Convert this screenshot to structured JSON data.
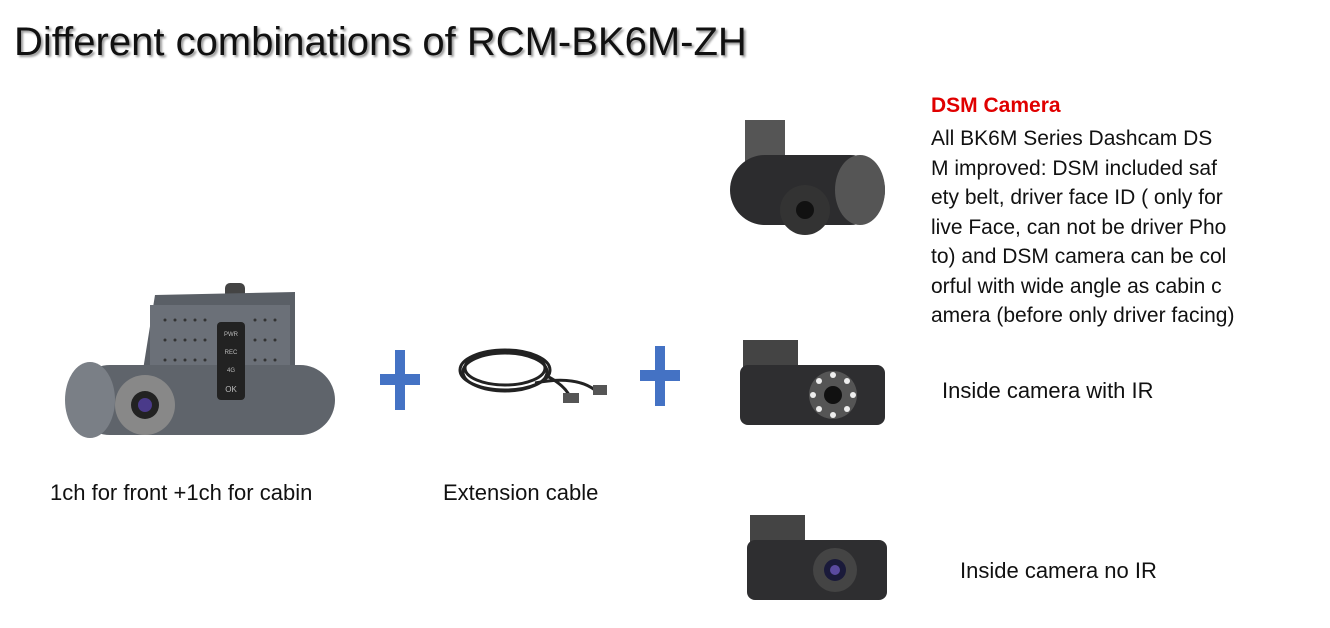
{
  "title": "Different combinations of RCM-BK6M-ZH",
  "items": [
    {
      "caption": "1ch for front +1ch for cabin"
    },
    {
      "caption": "Extension cable"
    }
  ],
  "dashcam_labels": [
    "PWR",
    "REC",
    "4G",
    "OK"
  ],
  "dsm": {
    "title": "DSM  Camera",
    "lines": [
      "All BK6M Series Dashcam DS",
      "M  improved: DSM included saf",
      "ety belt, driver face ID ( only for",
      "live Face, can not be driver Pho",
      "to) and DSM camera can be col",
      "orful with wide angle as cabin c",
      "amera (before only driver facing)"
    ]
  },
  "options": [
    {
      "caption": "Inside camera with IR"
    },
    {
      "caption": "Inside camera no IR"
    }
  ],
  "colors": {
    "plus": "#4472c4",
    "dsm_title": "#e00000"
  }
}
